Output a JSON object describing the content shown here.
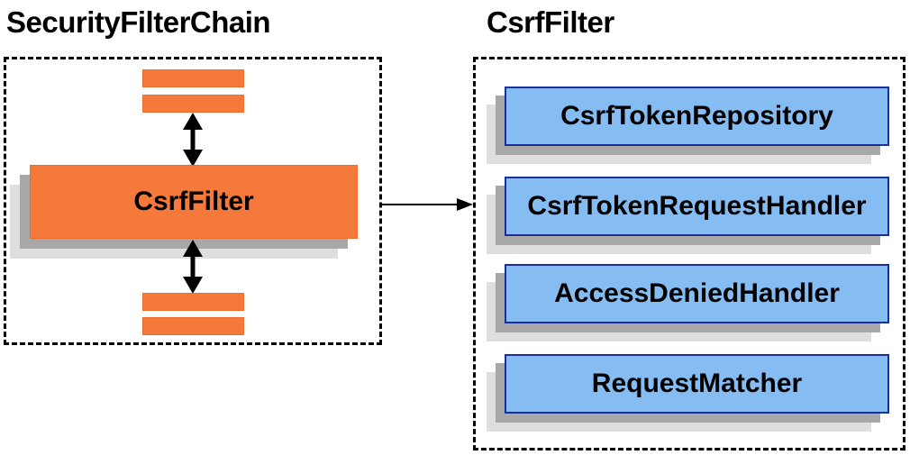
{
  "diagram": {
    "left": {
      "title": "SecurityFilterChain",
      "filter_box_label": "CsrfFilter",
      "filter_bar_count": 4
    },
    "right": {
      "title": "CsrfFilter",
      "components": [
        "CsrfTokenRepository",
        "CsrfTokenRequestHandler",
        "AccessDeniedHandler",
        "RequestMatcher"
      ]
    },
    "icons": [
      "bidirectional-arrow-icon",
      "bidirectional-arrow-icon",
      "flow-arrow-icon"
    ],
    "colors": {
      "orange_fill": "#F4793B",
      "orange_border": "#ED6D2D",
      "blue_fill": "#85BDF3",
      "blue_border": "#1C2E9C",
      "shadow_dark": "#A8A8A8",
      "shadow_light": "#DEDEDE",
      "dashed_border": "#000000",
      "arrow": "#000000",
      "text": "#000000"
    }
  }
}
